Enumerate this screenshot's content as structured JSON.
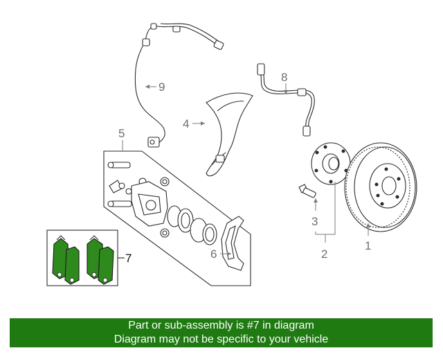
{
  "diagram": {
    "callouts": [
      {
        "num": "1"
      },
      {
        "num": "2"
      },
      {
        "num": "3"
      },
      {
        "num": "4"
      },
      {
        "num": "5"
      },
      {
        "num": "6"
      },
      {
        "num": "7"
      },
      {
        "num": "8"
      },
      {
        "num": "9"
      }
    ],
    "highlight_color": "#2f8a1e"
  },
  "banner": {
    "line1": "Part or sub-assembly is #7 in diagram",
    "line2": "Diagram may not be specific to your vehicle",
    "background": "#1f7a12"
  }
}
